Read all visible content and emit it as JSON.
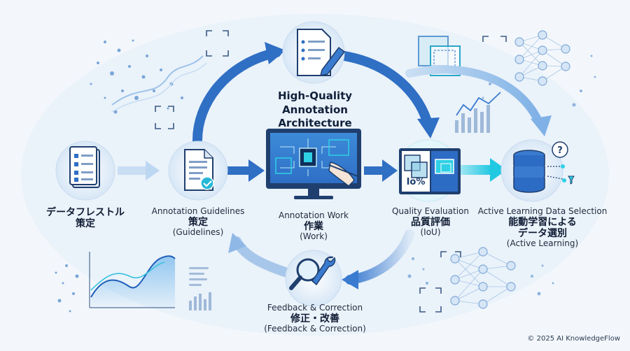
{
  "diagram": {
    "title_line1": "High-Quality Annotation",
    "title_line2": "Architecture",
    "nodes": {
      "data_list": {
        "jp": "データフレストル",
        "jp2": "策定"
      },
      "guidelines": {
        "en": "Annotation Guidelines",
        "jp": "策定",
        "sub": "(Guidelines)"
      },
      "work": {
        "en": "Annotation Work",
        "jp": "作業",
        "sub": "(Work)"
      },
      "quality": {
        "en": "Quality Evaluation",
        "jp": "品質評価",
        "sub": "(IoU)",
        "badge": "Io%"
      },
      "active": {
        "en": "Active Learning Data Selection",
        "jp": "能動学習による",
        "jp2": "データ選別",
        "sub": "(Active Learning)"
      },
      "feedback": {
        "en": "Feedback & Correction",
        "jp": "修正・改善",
        "sub": "(Feedback & Correction)"
      }
    },
    "copyright": "© 2025 AI KnowledgeFlow",
    "colors": {
      "primary": "#2f6fc4",
      "light": "#bcd7f2",
      "cyan": "#2fd0e6",
      "dark": "#0f2f5c"
    }
  }
}
